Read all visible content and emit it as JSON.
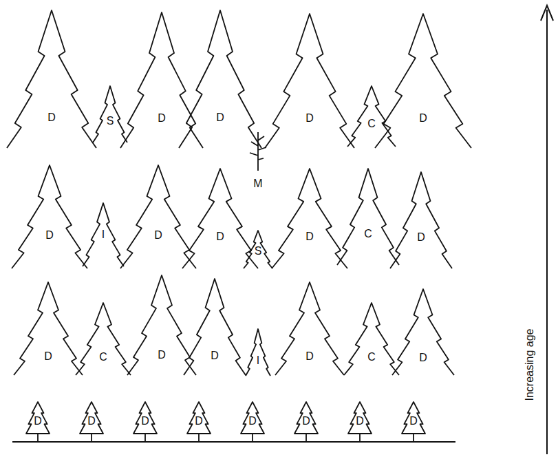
{
  "diagram": {
    "nodes": [
      {
        "text": [
          "D"
        ]
      },
      {
        "text": [
          "S"
        ]
      },
      {
        "text": [
          "D"
        ]
      },
      {
        "text": [
          "D"
        ]
      },
      {
        "text": [
          "M"
        ]
      },
      {
        "text": [
          "D"
        ]
      },
      {
        "text": [
          "C"
        ]
      },
      {
        "text": [
          "D"
        ]
      },
      {
        "text": [
          "D"
        ]
      },
      {
        "text": [
          "I"
        ]
      },
      {
        "text": [
          "D"
        ]
      },
      {
        "text": [
          "D"
        ]
      },
      {
        "text": [
          "S"
        ]
      },
      {
        "text": [
          "D"
        ]
      },
      {
        "text": [
          "C"
        ]
      },
      {
        "text": [
          "D"
        ]
      },
      {
        "text": [
          "D"
        ]
      },
      {
        "text": [
          "C"
        ]
      },
      {
        "text": [
          "D"
        ]
      },
      {
        "text": [
          "D"
        ]
      },
      {
        "text": [
          "I"
        ]
      },
      {
        "text": [
          "D"
        ]
      },
      {
        "text": [
          "C"
        ]
      },
      {
        "text": [
          "D"
        ]
      },
      {
        "text": [
          "D"
        ]
      },
      {
        "text": [
          "D"
        ]
      },
      {
        "text": [
          "D"
        ]
      },
      {
        "text": [
          "D"
        ]
      },
      {
        "text": [
          "D"
        ]
      },
      {
        "text": [
          "D"
        ]
      },
      {
        "text": [
          "D"
        ]
      },
      {
        "text": [
          "D"
        ]
      }
    ],
    "labels": [
      "Increasing age"
    ]
  }
}
